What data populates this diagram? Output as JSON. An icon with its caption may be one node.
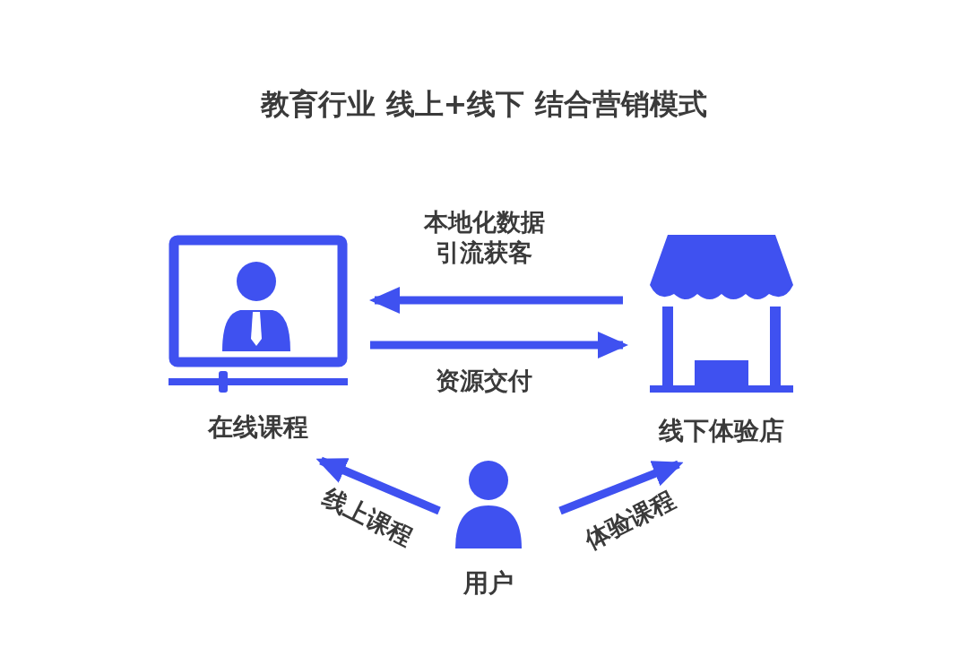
{
  "diagram": {
    "title": "教育行业 线上+线下 结合营销模式",
    "nodes": [
      {
        "text": [
          "在线课程"
        ]
      },
      {
        "text": [
          "线下体验店"
        ]
      },
      {
        "text": [
          "用户"
        ]
      }
    ],
    "edges": [
      {
        "from": 1,
        "to": 0,
        "arrow": "to",
        "label": "本地化数据引流获客"
      },
      {
        "from": 0,
        "to": 1,
        "arrow": "to",
        "label": "资源交付"
      },
      {
        "from": 2,
        "to": 0,
        "arrow": "to",
        "label": "线上课程"
      },
      {
        "from": 2,
        "to": 1,
        "arrow": "to",
        "label": "体验课程"
      }
    ]
  }
}
